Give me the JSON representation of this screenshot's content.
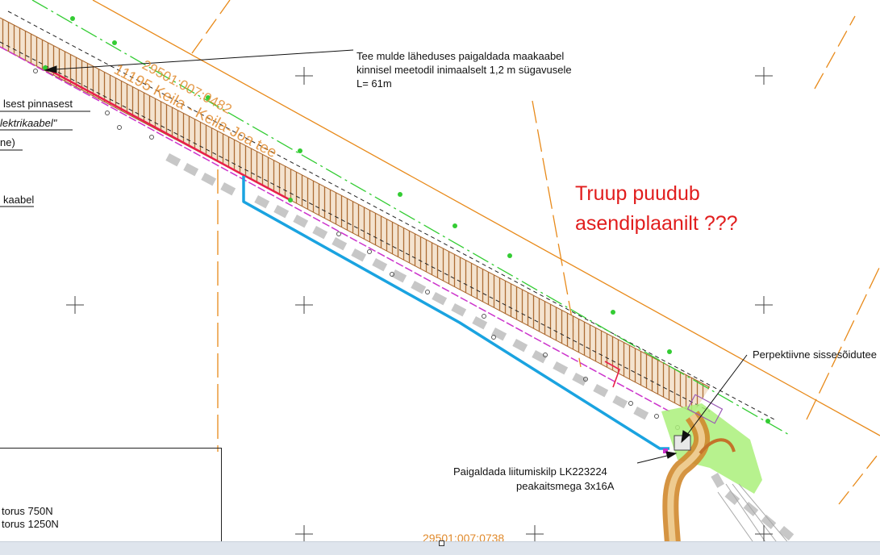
{
  "annotations": {
    "cable_note_line1": "Tee mulde läheduses paigaldada maakaabel",
    "cable_note_line2": "kinnisel meetodil inimaalselt 1,2 m sügavusele",
    "cable_note_line3": "L= 61m",
    "culvert_note_line1": "Truup puudub",
    "culvert_note_line2": "asendiplaanilt ???",
    "driveway_note": "Perpektiivne sissesõidutee",
    "connection_note_line1": "Paigaldada liitumiskilp LK223224",
    "connection_note_line2": "peakaitsmega 3x16A"
  },
  "left_labels": {
    "line1": "lsest  pinnasest",
    "line2": "lektrikaabel\"",
    "line3": "ne)",
    "line4": "kaabel"
  },
  "legend": {
    "row1": "torus 750N",
    "row2": "torus 1250N"
  },
  "road": {
    "name": "11195 Keila - Keila-Joa tee",
    "parcel_top": "29501:007:0482",
    "parcel_bottom": "29501:007:0738"
  },
  "colors": {
    "note_red": "#e11d1d",
    "cable_blue": "#1aa3e0",
    "cable_red": "#e8204a",
    "road_orange": "#e08a2c",
    "boundary_orange": "#e88a1a",
    "green_dash": "#33cc33",
    "magenta": "#cc33cc",
    "green_fill": "#aaf07a"
  }
}
